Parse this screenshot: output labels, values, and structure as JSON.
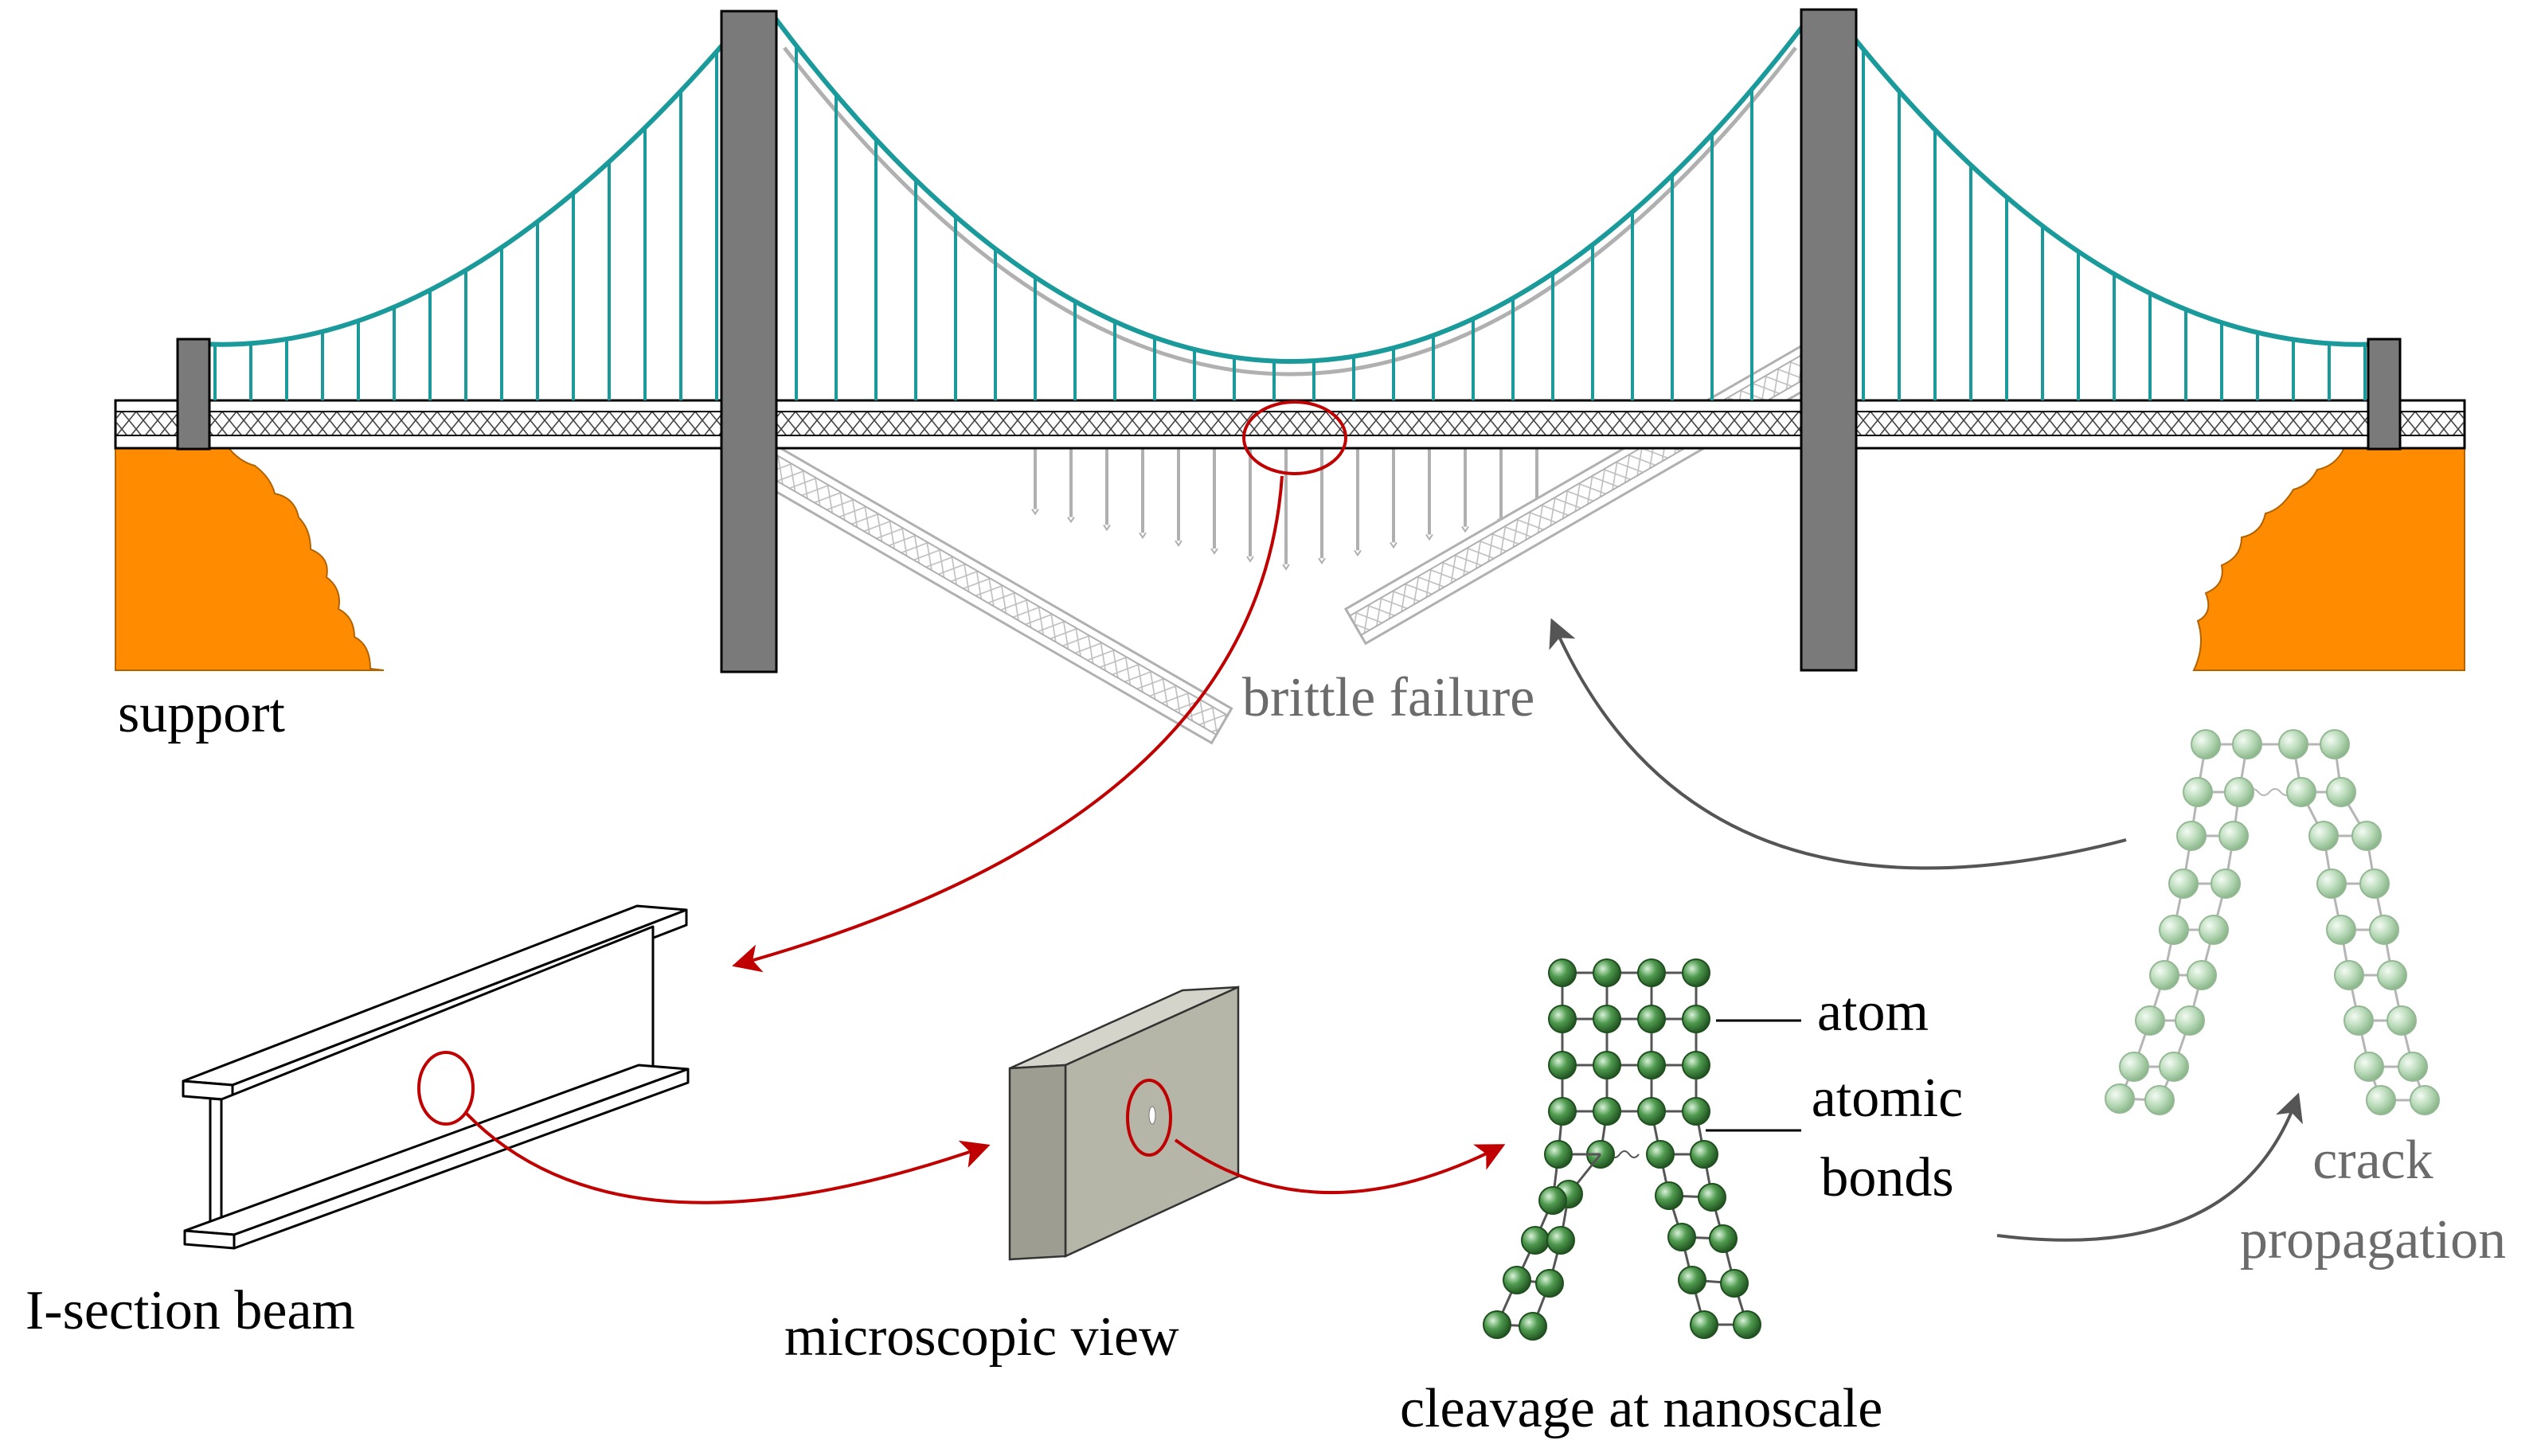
{
  "labels": {
    "support": "support",
    "brittle_failure": "brittle failure",
    "i_section_beam": "I-section beam",
    "microscopic_view": "microscopic view",
    "cleavage": "cleavage at nanoscale",
    "atom": "atom",
    "atomic_bonds_line1": "atomic",
    "atomic_bonds_line2": "bonds",
    "crack_line1": "crack",
    "crack_line2": "propagation"
  },
  "colors": {
    "cable": "#1a9a9a",
    "tower": "#7a7a7a",
    "support": "#ff8c00",
    "highlight": "#c00000",
    "ghost": "#b0b0b0",
    "atom": "#3f7f3f",
    "atom_faded": "#a9cfa9",
    "arrow_gray": "#555555",
    "plate": "#b5b5a8"
  }
}
